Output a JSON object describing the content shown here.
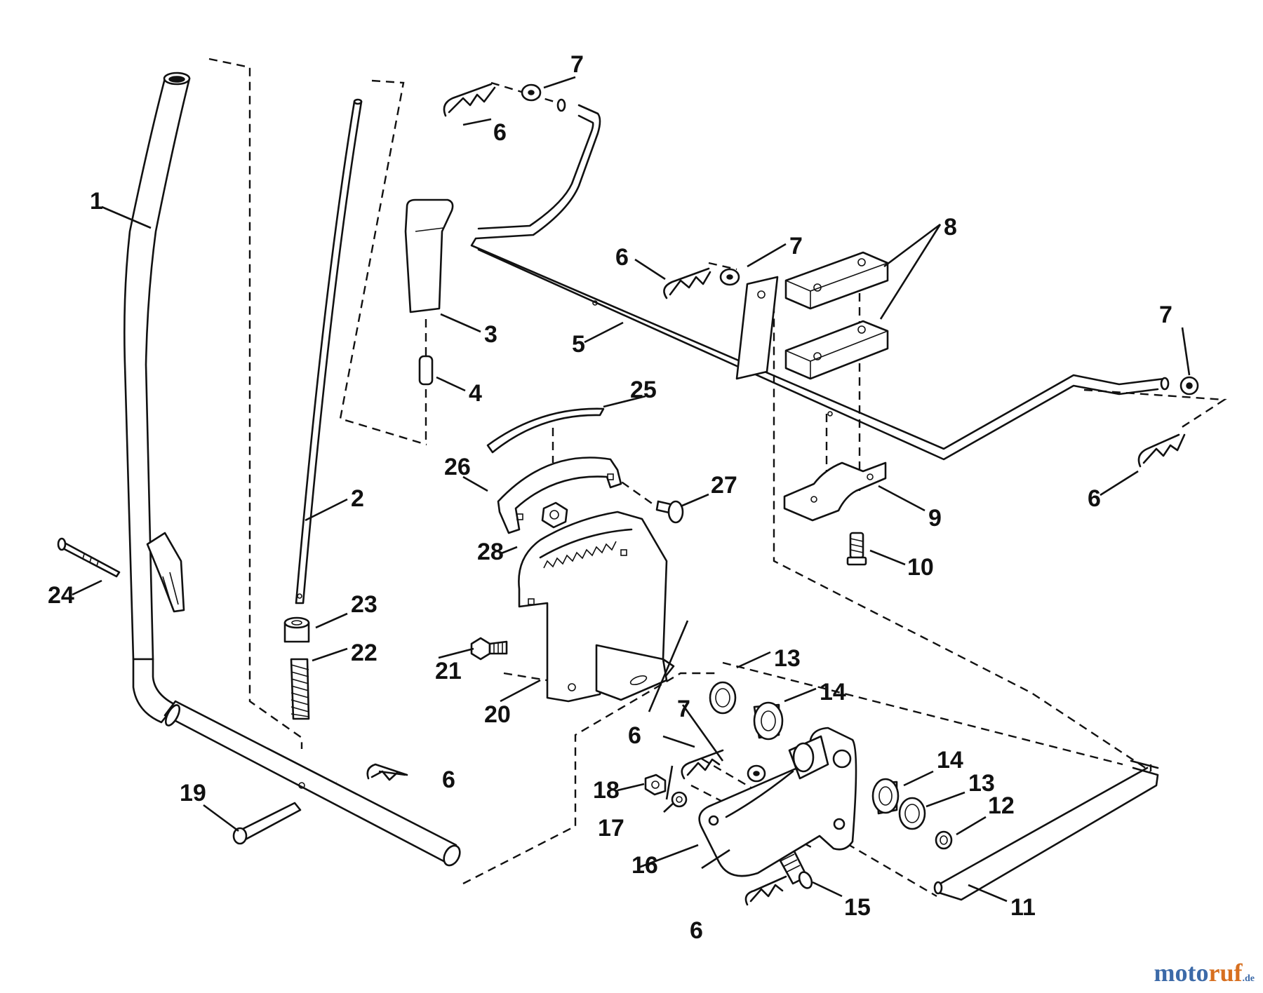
{
  "diagram": {
    "callouts": [
      {
        "id": "c1",
        "text": "1"
      },
      {
        "id": "c2",
        "text": "2"
      },
      {
        "id": "c3",
        "text": "3"
      },
      {
        "id": "c4",
        "text": "4"
      },
      {
        "id": "c5",
        "text": "5"
      },
      {
        "id": "c6a",
        "text": "6"
      },
      {
        "id": "c6b",
        "text": "6"
      },
      {
        "id": "c6c",
        "text": "6"
      },
      {
        "id": "c6d",
        "text": "6"
      },
      {
        "id": "c6e",
        "text": "6"
      },
      {
        "id": "c6f",
        "text": "6"
      },
      {
        "id": "c7a",
        "text": "7"
      },
      {
        "id": "c7b",
        "text": "7"
      },
      {
        "id": "c7c",
        "text": "7"
      },
      {
        "id": "c7d",
        "text": "7"
      },
      {
        "id": "c8",
        "text": "8"
      },
      {
        "id": "c9",
        "text": "9"
      },
      {
        "id": "c10",
        "text": "10"
      },
      {
        "id": "c11",
        "text": "11"
      },
      {
        "id": "c12",
        "text": "12"
      },
      {
        "id": "c13a",
        "text": "13"
      },
      {
        "id": "c13b",
        "text": "13"
      },
      {
        "id": "c14a",
        "text": "14"
      },
      {
        "id": "c14b",
        "text": "14"
      },
      {
        "id": "c15",
        "text": "15"
      },
      {
        "id": "c16",
        "text": "16"
      },
      {
        "id": "c17",
        "text": "17"
      },
      {
        "id": "c18",
        "text": "18"
      },
      {
        "id": "c19",
        "text": "19"
      },
      {
        "id": "c20",
        "text": "20"
      },
      {
        "id": "c21",
        "text": "21"
      },
      {
        "id": "c22",
        "text": "22"
      },
      {
        "id": "c23",
        "text": "23"
      },
      {
        "id": "c24",
        "text": "24"
      },
      {
        "id": "c25",
        "text": "25"
      },
      {
        "id": "c26",
        "text": "26"
      },
      {
        "id": "c27",
        "text": "27"
      },
      {
        "id": "c28",
        "text": "28"
      }
    ]
  },
  "watermark": {
    "part1": "moto",
    "part2": "ruf",
    "tld": ".de",
    "color_primary": "#3c6aa8",
    "color_accent": "#d76f1f"
  }
}
